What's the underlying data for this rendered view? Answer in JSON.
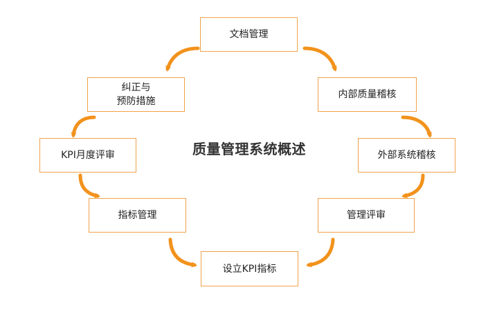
{
  "diagram": {
    "title": "质量管理系统概述",
    "accent_color": "#f0a14a",
    "arrow_color": "#f2921c",
    "nodes": {
      "document_management": "文档管理",
      "internal_audit": "内部质量稽核",
      "external_audit": "外部系统稽核",
      "management_review": "管理评审",
      "set_kpi": "设立KPI指标",
      "indicator_management": "指标管理",
      "kpi_monthly_review": "KPI月度评审",
      "corrective_action": "纠正与\n预防措施"
    }
  }
}
